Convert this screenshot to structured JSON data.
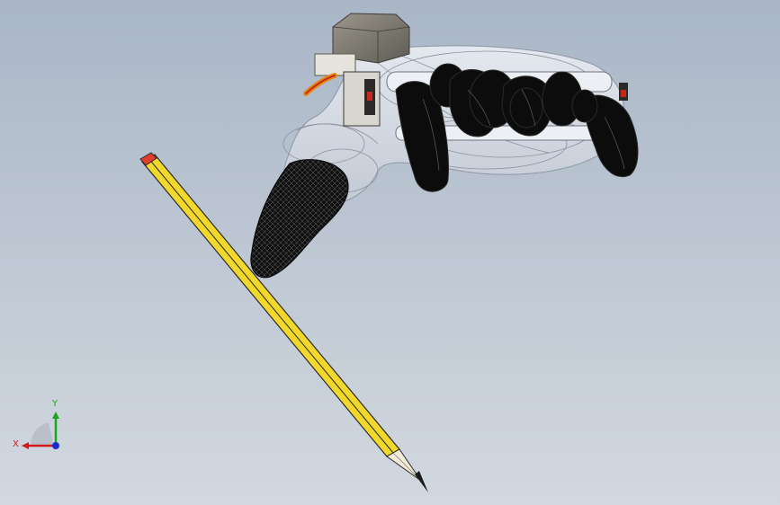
{
  "viewport": {
    "background_top": "#a9b6c6",
    "background_bottom": "#d2d8df"
  },
  "model": {
    "components": [
      "robotic-hand",
      "servo-motor",
      "thumb",
      "fingers",
      "pencil"
    ],
    "colors": {
      "servo_body": "#7d7a72",
      "wire_orange": "#e58a12",
      "wire_red": "#c8281c",
      "shell": "#dfe4ec",
      "finger": "#0c0c0c",
      "pencil_yellow": "#f2d82a",
      "pencil_eraser": "#e23c2c",
      "pencil_wood": "#f1ead6"
    }
  },
  "triad": {
    "x_label": "X",
    "y_label": "Y",
    "x_color": "#d21a1a",
    "y_color": "#1aa51a",
    "z_color": "#1a2ad2"
  }
}
